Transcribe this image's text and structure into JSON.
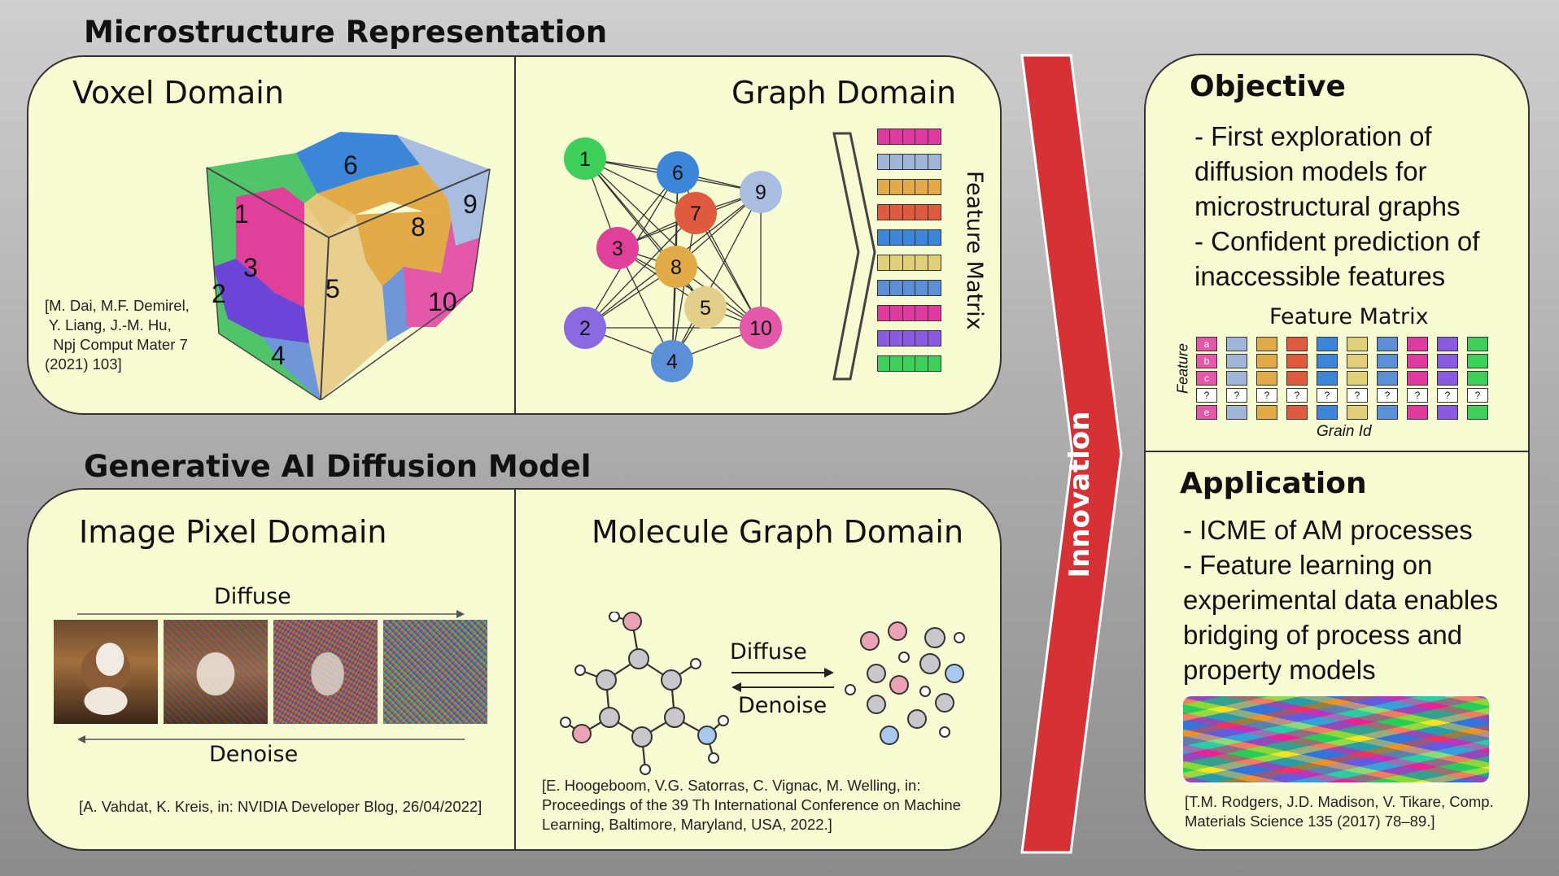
{
  "headings": {
    "microstructure": "Microstructure Representation",
    "generative": "Generative AI Diffusion Model"
  },
  "voxel": {
    "title": "Voxel Domain",
    "grain_labels": [
      "1",
      "2",
      "3",
      "4",
      "5",
      "6",
      "8",
      "9",
      "10"
    ],
    "reference": [
      "[M. Dai, M.F. Demirel,",
      " Y. Liang, J.-M. Hu,",
      "  Npj Comput Mater 7",
      "(2021) 103]"
    ]
  },
  "graph": {
    "title": "Graph Domain",
    "nodes": [
      {
        "id": "1",
        "color": "#3ecf5a"
      },
      {
        "id": "2",
        "color": "#8a6ae0"
      },
      {
        "id": "3",
        "color": "#e0409a"
      },
      {
        "id": "4",
        "color": "#5b8fd8"
      },
      {
        "id": "5",
        "color": "#e3cf8a"
      },
      {
        "id": "6",
        "color": "#3b86d8"
      },
      {
        "id": "7",
        "color": "#e05a40"
      },
      {
        "id": "8",
        "color": "#e3aa48"
      },
      {
        "id": "9",
        "color": "#a9bde0"
      },
      {
        "id": "10",
        "color": "#e358a8"
      }
    ],
    "feature_matrix_label": "Feature Matrix",
    "row_colors": [
      "#e03aa0",
      "#9fb6d8",
      "#e3aa48",
      "#e05a40",
      "#3b86d8",
      "#e1cf7a",
      "#5b8fd8",
      "#e03aa0",
      "#8a5ae0",
      "#3ecf5a"
    ]
  },
  "innovation": {
    "label": "Innovation",
    "color": "#d63235"
  },
  "objective": {
    "title": "Objective",
    "bullets": [
      "- First exploration of",
      "diffusion models for",
      "microstructural graphs",
      "- Confident prediction of",
      "inaccessible features"
    ],
    "matrix_title": "Feature Matrix",
    "y_axis_label": "Feature",
    "x_axis_label": "Grain Id",
    "row_letters": [
      "a",
      "b",
      "c",
      "?",
      "e"
    ],
    "unknown_mark": "?",
    "column_colors": [
      "#e358a8",
      "#9fb6d8",
      "#e3aa48",
      "#e05a40",
      "#3b86d8",
      "#e1cf7a",
      "#5b8fd8",
      "#e03aa0",
      "#8a5ae0",
      "#3ecf5a"
    ]
  },
  "application": {
    "title": "Application",
    "bullets": [
      "- ICME of AM processes",
      "- Feature learning on",
      "experimental data enables",
      "bridging of process and",
      "property models"
    ],
    "reference": [
      "[T.M. Rodgers, J.D. Madison, V. Tikare, Comp.",
      "Materials Science 135 (2017) 78–89.]"
    ]
  },
  "image_pixel": {
    "title": "Image Pixel Domain",
    "diffuse": "Diffuse",
    "denoise": "Denoise",
    "reference": "[A. Vahdat, K. Kreis, in: NVIDIA Developer Blog, 26/04/2022]"
  },
  "molecule": {
    "title": "Molecule Graph Domain",
    "diffuse": "Diffuse",
    "denoise": "Denoise",
    "reference": [
      "[E. Hoogeboom, V.G. Satorras, C. Vignac, M. Welling, in:",
      "Proceedings of the 39 Th International Conference on Machine",
      "Learning, Baltimore, Maryland, USA, 2022.]"
    ]
  }
}
